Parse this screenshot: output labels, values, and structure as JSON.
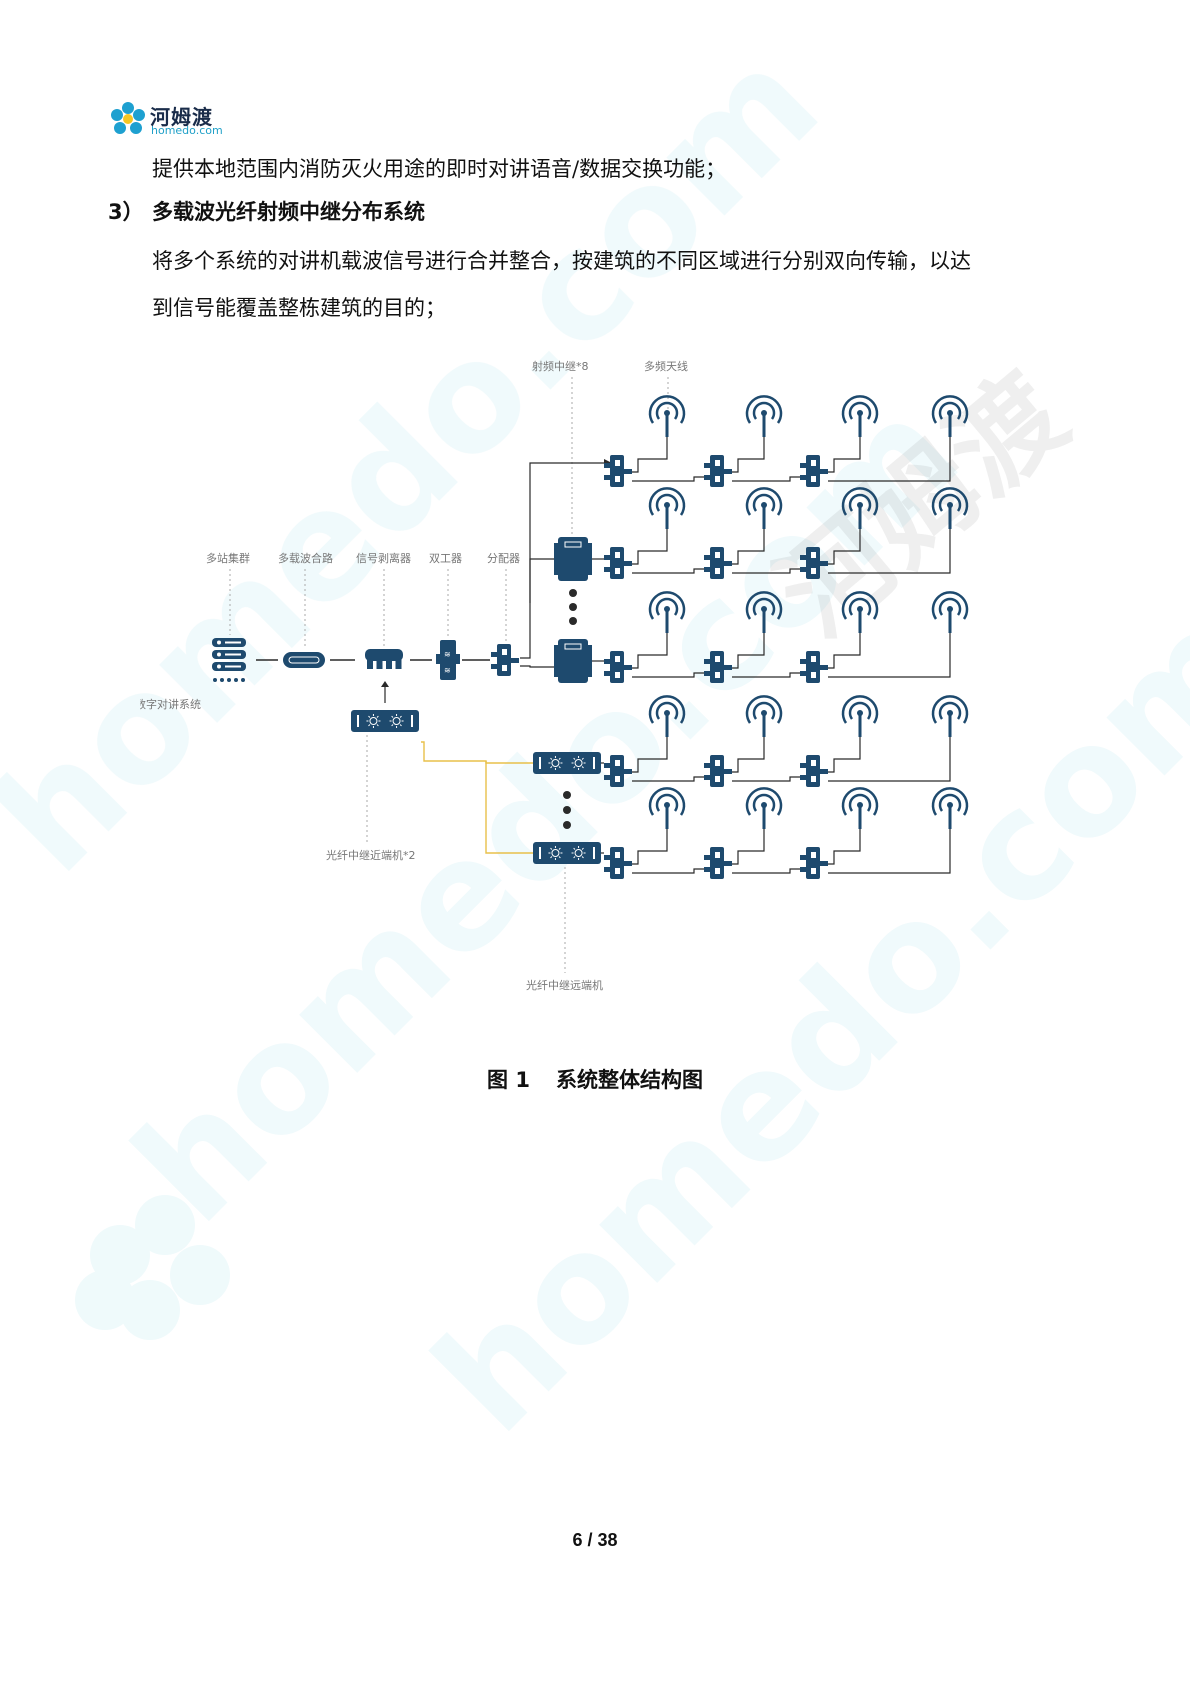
{
  "header": {
    "logo_cn": "河姆渡",
    "logo_en": "homedo.com"
  },
  "body": {
    "para1": "提供本地范围内消防灭火用途的即时对讲语音/数据交换功能；",
    "heading_num": "3）",
    "heading_text": "多载波光纤射频中继分布系统",
    "para2_line1": "将多个系统的对讲机载波信号进行合并整合，按建筑的不同区域进行分别双向传输，以达",
    "para2_line2": "到信号能覆盖整栋建筑的目的；"
  },
  "diagram": {
    "labels": {
      "rf_repeater": "射频中继*8",
      "multi_antenna": "多频天线",
      "multi_station": "多站集群",
      "multi_combiner": "多载波合路",
      "signal_splitter": "信号剥离器",
      "duplexer": "双工器",
      "distributor": "分配器",
      "digital_system": "数字对讲系统",
      "near_end": "光纤中继近端机*2",
      "far_end": "光纤中继远端机"
    },
    "colors": {
      "device": "#1e4a6e",
      "line": "#2a2a2a",
      "fiber": "#e8c04a",
      "leader": "#aaaaaa"
    }
  },
  "caption": {
    "fig_num": "图 1",
    "title": "系统整体结构图"
  },
  "footer": {
    "page": "6 / 38"
  }
}
